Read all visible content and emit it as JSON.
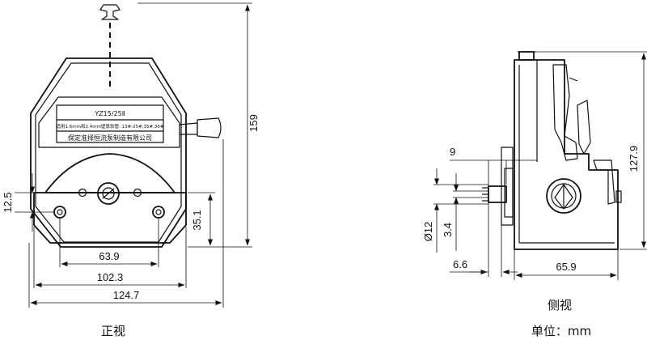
{
  "front_view": {
    "caption": "正视",
    "model_label": "YZ15/25Ⅱ",
    "spec_line": "适用1.6mm和2.4mm壁厚软管: 13#-25#,35#,36#",
    "maker_line": "保定准择恒流泵制造有限公司",
    "dimensions": {
      "height_total": "159",
      "height_mount": "12.5",
      "height_base": "35.1",
      "width_hole": "63.9",
      "width_base": "102.3",
      "width_total": "124.7"
    }
  },
  "side_view": {
    "caption": "侧视",
    "unit_label": "单位：mm",
    "dimensions": {
      "shaft_length": "9",
      "shaft_dia": "Ø12",
      "flat_depth": "3.4",
      "flange_offset": "6.6",
      "depth_total": "65.9",
      "height_total": "127.9"
    }
  }
}
